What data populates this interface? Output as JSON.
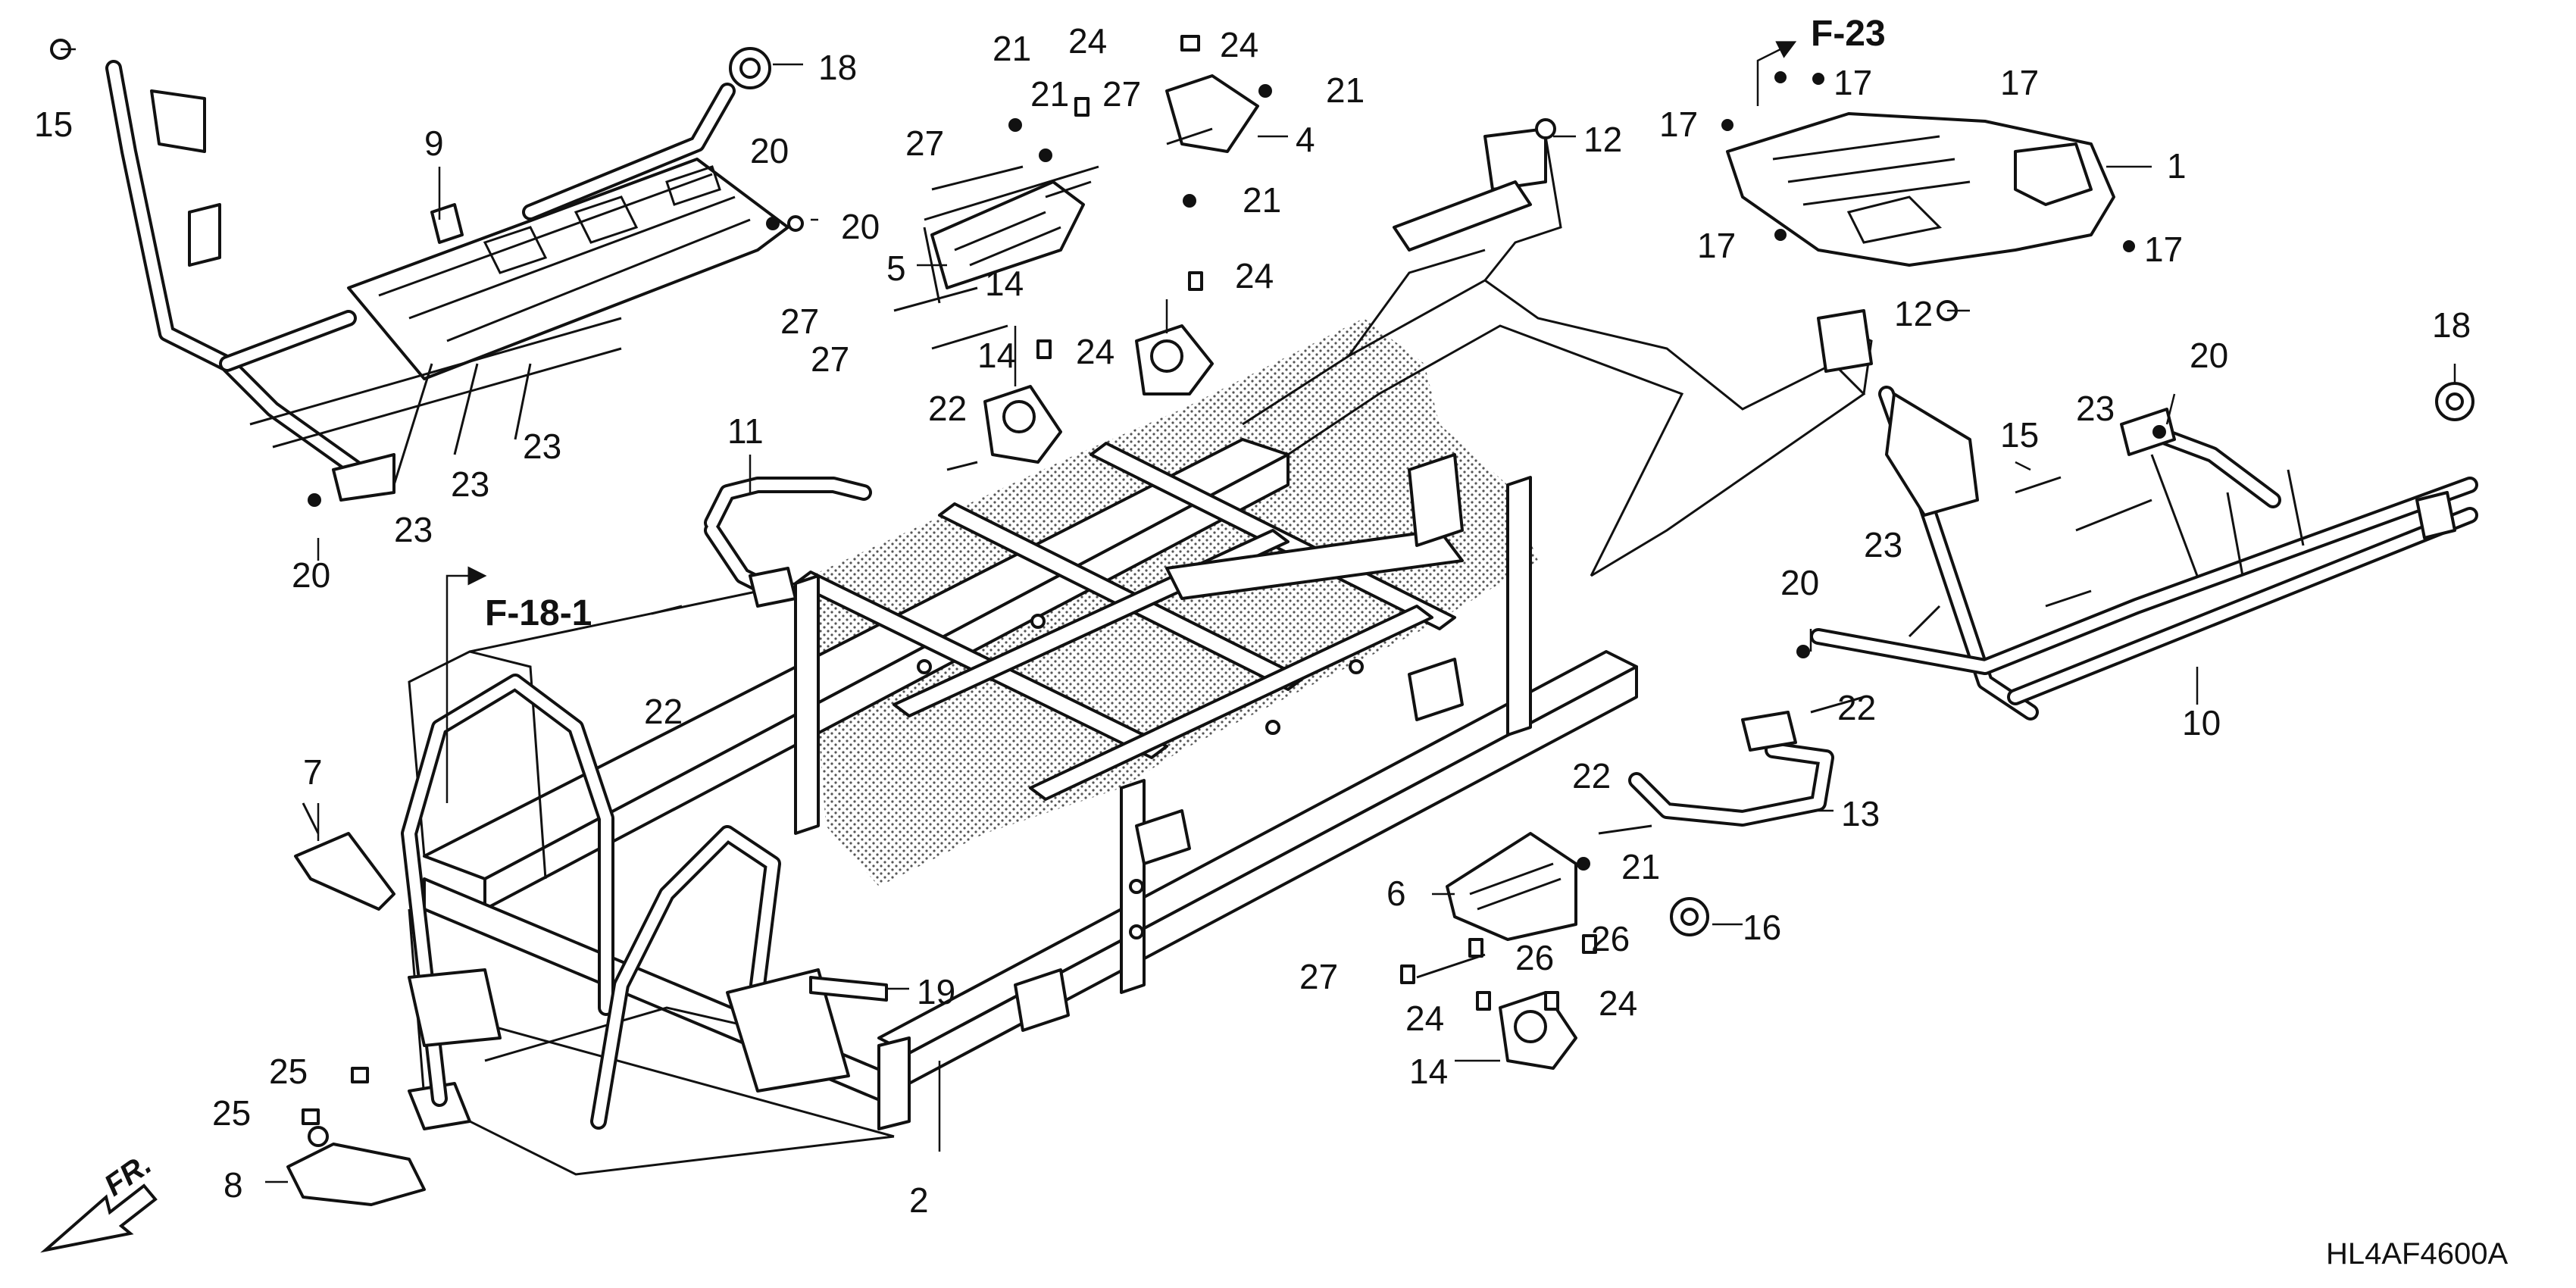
{
  "diagram": {
    "code": "HL4AF4600A",
    "front_marker": "FR.",
    "references": [
      "F-23",
      "F-18-1"
    ],
    "callouts": [
      {
        "id": "c1",
        "number": "1"
      },
      {
        "id": "c2",
        "number": "2"
      },
      {
        "id": "c4",
        "number": "4"
      },
      {
        "id": "c5",
        "number": "5"
      },
      {
        "id": "c6",
        "number": "6"
      },
      {
        "id": "c7",
        "number": "7"
      },
      {
        "id": "c8",
        "number": "8"
      },
      {
        "id": "c9",
        "number": "9"
      },
      {
        "id": "c10",
        "number": "10"
      },
      {
        "id": "c11",
        "number": "11"
      },
      {
        "id": "c12a",
        "number": "12"
      },
      {
        "id": "c12b",
        "number": "12"
      },
      {
        "id": "c13",
        "number": "13"
      },
      {
        "id": "c14a",
        "number": "14"
      },
      {
        "id": "c14b",
        "number": "14"
      },
      {
        "id": "c14c",
        "number": "14"
      },
      {
        "id": "c15a",
        "number": "15"
      },
      {
        "id": "c15b",
        "number": "15"
      },
      {
        "id": "c16",
        "number": "16"
      },
      {
        "id": "c17a",
        "number": "17"
      },
      {
        "id": "c17b",
        "number": "17"
      },
      {
        "id": "c17c",
        "number": "17"
      },
      {
        "id": "c17d",
        "number": "17"
      },
      {
        "id": "c17e",
        "number": "17"
      },
      {
        "id": "c18a",
        "number": "18"
      },
      {
        "id": "c18b",
        "number": "18"
      },
      {
        "id": "c19",
        "number": "19"
      },
      {
        "id": "c20a",
        "number": "20"
      },
      {
        "id": "c20b",
        "number": "20"
      },
      {
        "id": "c20c",
        "number": "20"
      },
      {
        "id": "c20d",
        "number": "20"
      },
      {
        "id": "c20e",
        "number": "20"
      },
      {
        "id": "c21a",
        "number": "21"
      },
      {
        "id": "c21b",
        "number": "21"
      },
      {
        "id": "c21c",
        "number": "21"
      },
      {
        "id": "c21d",
        "number": "21"
      },
      {
        "id": "c21e",
        "number": "21"
      },
      {
        "id": "c22a",
        "number": "22"
      },
      {
        "id": "c22b",
        "number": "22"
      },
      {
        "id": "c22c",
        "number": "22"
      },
      {
        "id": "c22d",
        "number": "22"
      },
      {
        "id": "c23a",
        "number": "23"
      },
      {
        "id": "c23b",
        "number": "23"
      },
      {
        "id": "c23c",
        "number": "23"
      },
      {
        "id": "c23d",
        "number": "23"
      },
      {
        "id": "c23e",
        "number": "23"
      },
      {
        "id": "c24a",
        "number": "24"
      },
      {
        "id": "c24b",
        "number": "24"
      },
      {
        "id": "c24c",
        "number": "24"
      },
      {
        "id": "c24d",
        "number": "24"
      },
      {
        "id": "c24e",
        "number": "24"
      },
      {
        "id": "c24f",
        "number": "24"
      },
      {
        "id": "c25a",
        "number": "25"
      },
      {
        "id": "c25b",
        "number": "25"
      },
      {
        "id": "c26a",
        "number": "26"
      },
      {
        "id": "c26b",
        "number": "26"
      },
      {
        "id": "c27a",
        "number": "27"
      },
      {
        "id": "c27b",
        "number": "27"
      },
      {
        "id": "c27c",
        "number": "27"
      },
      {
        "id": "c27d",
        "number": "27"
      },
      {
        "id": "c27e",
        "number": "27"
      }
    ]
  }
}
